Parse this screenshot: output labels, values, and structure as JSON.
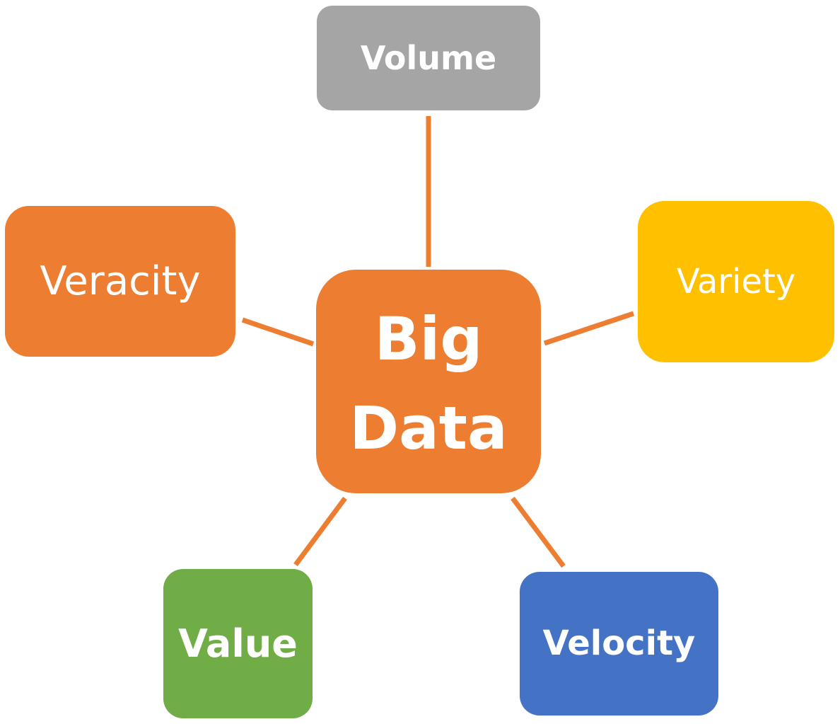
{
  "diagram": {
    "center": {
      "label": "Big Data",
      "color": "#ED7D31"
    },
    "nodes": [
      {
        "id": "volume",
        "label": "Volume",
        "color": "#A5A5A5"
      },
      {
        "id": "variety",
        "label": "Variety",
        "color": "#FFC000"
      },
      {
        "id": "velocity",
        "label": "Velocity",
        "color": "#4472C4"
      },
      {
        "id": "value",
        "label": "Value",
        "color": "#70AD47"
      },
      {
        "id": "veracity",
        "label": "Veracity",
        "color": "#ED7D31"
      }
    ],
    "connector_color": "#ED7D31"
  }
}
